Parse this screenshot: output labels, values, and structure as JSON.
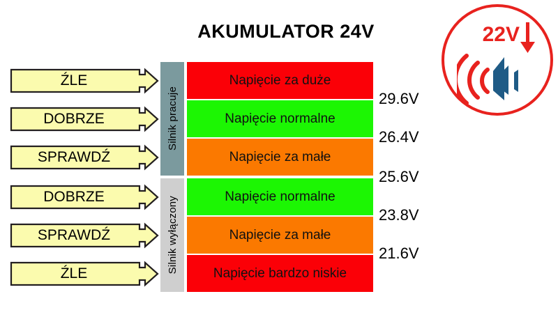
{
  "header": {
    "title": "AKUMULATOR 24V"
  },
  "alarm_badge": {
    "voltage": "22V",
    "arrow_icon": "arrow-down-icon",
    "speaker_icon": "speaker-alarm-icon",
    "ring_color": "#e8221e",
    "text_color": "#e8221e",
    "speaker_color": "#1f5b86"
  },
  "engine_states": [
    {
      "label": "Silnik pracuje",
      "bg": "#7b9a9e",
      "rows": 3
    },
    {
      "label": "Silnik wyłączony",
      "bg": "#cfcfcf",
      "rows": 3
    }
  ],
  "rows": [
    {
      "verdict": "ŹLE",
      "status": "Napięcie za duże",
      "color": "#fb0007"
    },
    {
      "verdict": "DOBRZE",
      "status": "Napięcie normalne",
      "color": "#1cf603"
    },
    {
      "verdict": "SPRAWDŹ",
      "status": "Napięcie za małe",
      "color": "#fb7900"
    },
    {
      "verdict": "DOBRZE",
      "status": "Napięcie normalne",
      "color": "#1cf603"
    },
    {
      "verdict": "SPRAWDŹ",
      "status": "Napięcie za małe",
      "color": "#fb7900"
    },
    {
      "verdict": "ŹLE",
      "status": "Napięcie bardzo niskie",
      "color": "#fb0007"
    }
  ],
  "thresholds": [
    {
      "value": "29.6V"
    },
    {
      "value": "26.4V"
    },
    {
      "value": "25.6V"
    },
    {
      "value": "23.8V"
    },
    {
      "value": "21.6V"
    }
  ],
  "colors": {
    "arrow_fill": "#fbfbae",
    "arrow_stroke": "#231f20",
    "band_outline": "#ffffff",
    "background": "#ffffff"
  }
}
